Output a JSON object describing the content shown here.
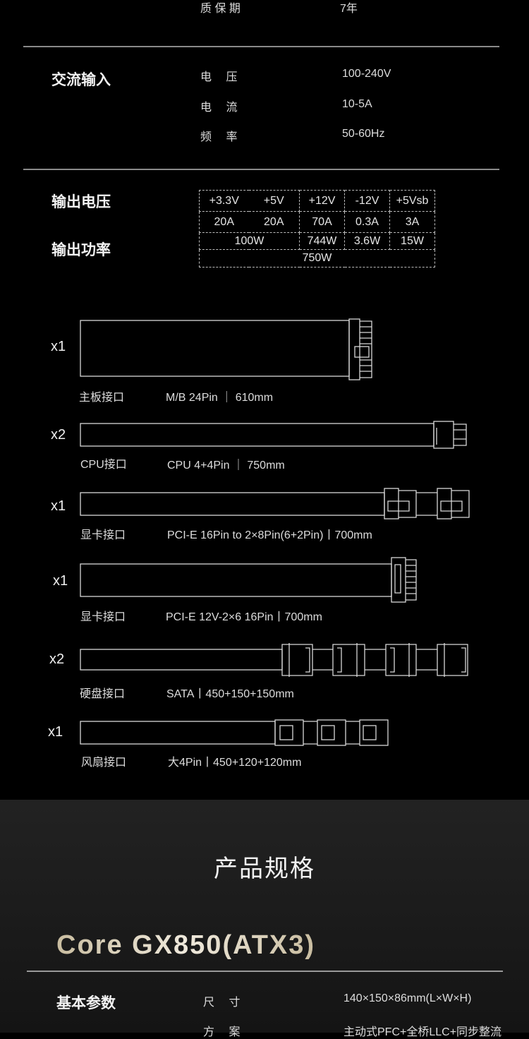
{
  "warranty": {
    "key": "质 保 期",
    "value": "7年"
  },
  "ac_input": {
    "title": "交流输入",
    "rows": [
      {
        "key": "电　 压",
        "value": "100-240V"
      },
      {
        "key": "电　 流",
        "value": "10-5A"
      },
      {
        "key": "频　 率",
        "value": "50-60Hz"
      }
    ]
  },
  "output": {
    "voltage_title": "输出电压",
    "power_title": "输出功率",
    "rails": [
      "+3.3V",
      "+5V",
      "+12V",
      "-12V",
      "+5Vsb"
    ],
    "currents": [
      "20A",
      "20A",
      "70A",
      "0.3A",
      "3A"
    ],
    "powers": [
      "100W",
      "744W",
      "3.6W",
      "15W"
    ],
    "total": "750W"
  },
  "cables": [
    {
      "count": "x1",
      "name": "主板接口",
      "desc": "M/B 24Pin ｜ 610mm"
    },
    {
      "count": "x2",
      "name": "CPU接口",
      "desc": "CPU 4+4Pin ｜ 750mm"
    },
    {
      "count": "x1",
      "name": "显卡接口",
      "desc": "PCI-E 16Pin to 2×8Pin(6+2Pin)丨700mm"
    },
    {
      "count": "x1",
      "name": "显卡接口",
      "desc": "PCI-E 12V-2×6 16Pin丨700mm"
    },
    {
      "count": "x2",
      "name": "硬盘接口",
      "desc": "SATA丨450+150+150mm"
    },
    {
      "count": "x1",
      "name": "风扇接口",
      "desc": "大4Pin丨450+120+120mm"
    }
  ],
  "spec": {
    "heading": "产品规格",
    "model": "Core GX850(ATX3)",
    "basic_title": "基本参数",
    "rows": [
      {
        "key": "尺　 寸",
        "value": "140×150×86mm(L×W×H)"
      },
      {
        "key": "方　 案",
        "value": "主动式PFC+全桥LLC+同步整流"
      }
    ]
  }
}
